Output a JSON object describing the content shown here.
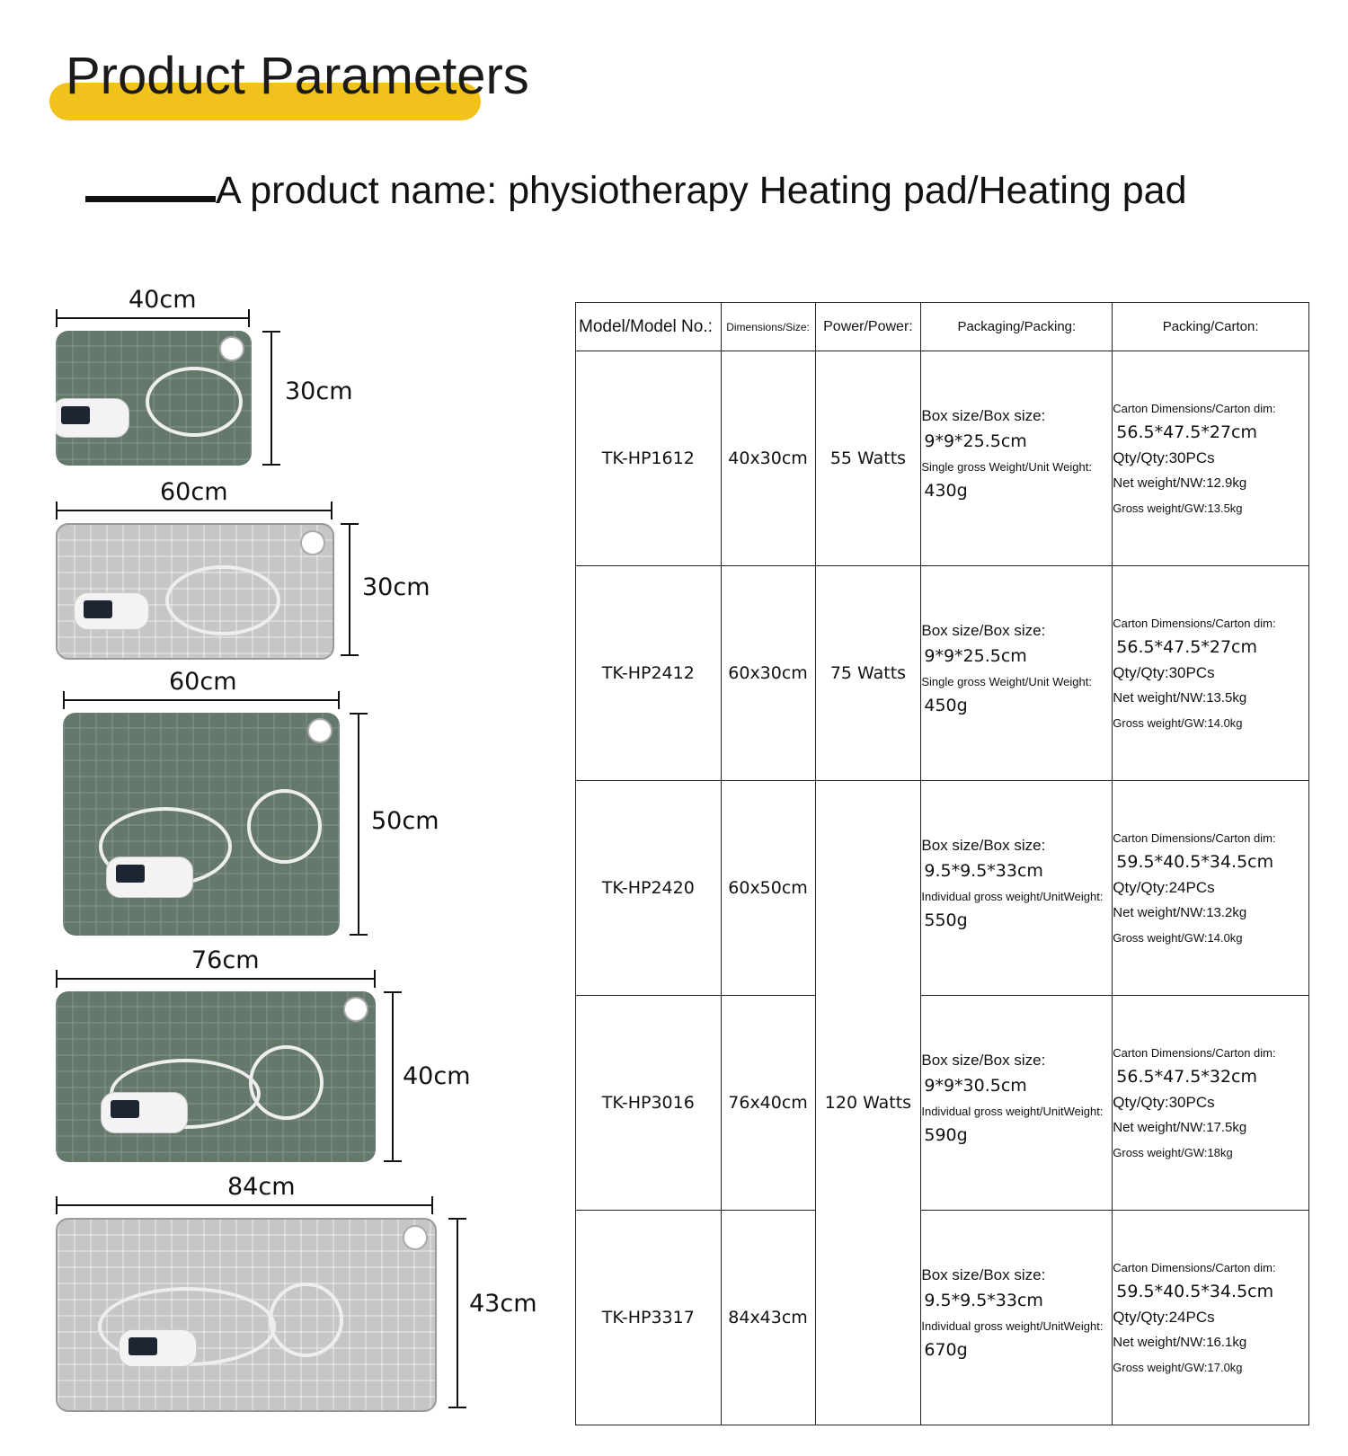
{
  "header": {
    "title": "Product Parameters",
    "product_name": "A product name: physiotherapy Heating pad/Heating pad",
    "highlight_color": "#f1c21b"
  },
  "pads": [
    {
      "width_label": "40cm",
      "height_label": "30cm",
      "color": "green"
    },
    {
      "width_label": "60cm",
      "height_label": "30cm",
      "color": "gray"
    },
    {
      "width_label": "60cm",
      "height_label": "50cm",
      "color": "green"
    },
    {
      "width_label": "76cm",
      "height_label": "40cm",
      "color": "green"
    },
    {
      "width_label": "84cm",
      "height_label": "43cm",
      "color": "gray"
    }
  ],
  "table": {
    "headers": {
      "model": "Model/Model No.:",
      "size": "Dimensions/Size:",
      "power": "Power/Power:",
      "packaging": "Packaging/Packing:",
      "carton": "Packing/Carton:"
    },
    "rows": [
      {
        "model": "TK-HP1612",
        "size": "40x30cm",
        "power": "55 Watts",
        "box_label": "Box size/Box size:",
        "box_value": "9*9*25.5cm",
        "weight_label": "Single gross Weight/Unit Weight:",
        "weight_value": "430g",
        "carton_label": "Carton Dimensions/Carton dim:",
        "carton_value": "56.5*47.5*27cm",
        "qty": "Qty/Qty:30PCs",
        "net": "Net weight/NW:12.9kg",
        "gross": "Gross weight/GW:13.5kg"
      },
      {
        "model": "TK-HP2412",
        "size": "60x30cm",
        "power": "75 Watts",
        "box_label": "Box size/Box size:",
        "box_value": "9*9*25.5cm",
        "weight_label": "Single gross Weight/Unit Weight:",
        "weight_value": "450g",
        "carton_label": "Carton Dimensions/Carton dim:",
        "carton_value": "56.5*47.5*27cm",
        "qty": "Qty/Qty:30PCs",
        "net": "Net weight/NW:13.5kg",
        "gross": "Gross weight/GW:14.0kg"
      },
      {
        "model": "TK-HP2420",
        "size": "60x50cm",
        "power": "120 Watts",
        "box_label": "Box size/Box size:",
        "box_value": "9.5*9.5*33cm",
        "weight_label": "Individual gross weight/UnitWeight:",
        "weight_value": "550g",
        "carton_label": "Carton Dimensions/Carton dim:",
        "carton_value": "59.5*40.5*34.5cm",
        "qty": "Qty/Qty:24PCs",
        "net": "Net weight/NW:13.2kg",
        "gross": "Gross weight/GW:14.0kg"
      },
      {
        "model": "TK-HP3016",
        "size": "76x40cm",
        "power": "120 Watts",
        "box_label": "Box size/Box size:",
        "box_value": "9*9*30.5cm",
        "weight_label": "Individual gross weight/UnitWeight:",
        "weight_value": "590g",
        "carton_label": "Carton Dimensions/Carton dim:",
        "carton_value": "56.5*47.5*32cm",
        "qty": "Qty/Qty:30PCs",
        "net": "Net weight/NW:17.5kg",
        "gross": "Gross weight/GW:18kg"
      },
      {
        "model": "TK-HP3317",
        "size": "84x43cm",
        "power": "120 Watts",
        "box_label": "Box size/Box size:",
        "box_value": "9.5*9.5*33cm",
        "weight_label": "Individual gross weight/UnitWeight:",
        "weight_value": "670g",
        "carton_label": "Carton Dimensions/Carton dim:",
        "carton_value": "59.5*40.5*34.5cm",
        "qty": "Qty/Qty:24PCs",
        "net": "Net weight/NW:16.1kg",
        "gross": "Gross weight/GW:17.0kg"
      }
    ]
  }
}
